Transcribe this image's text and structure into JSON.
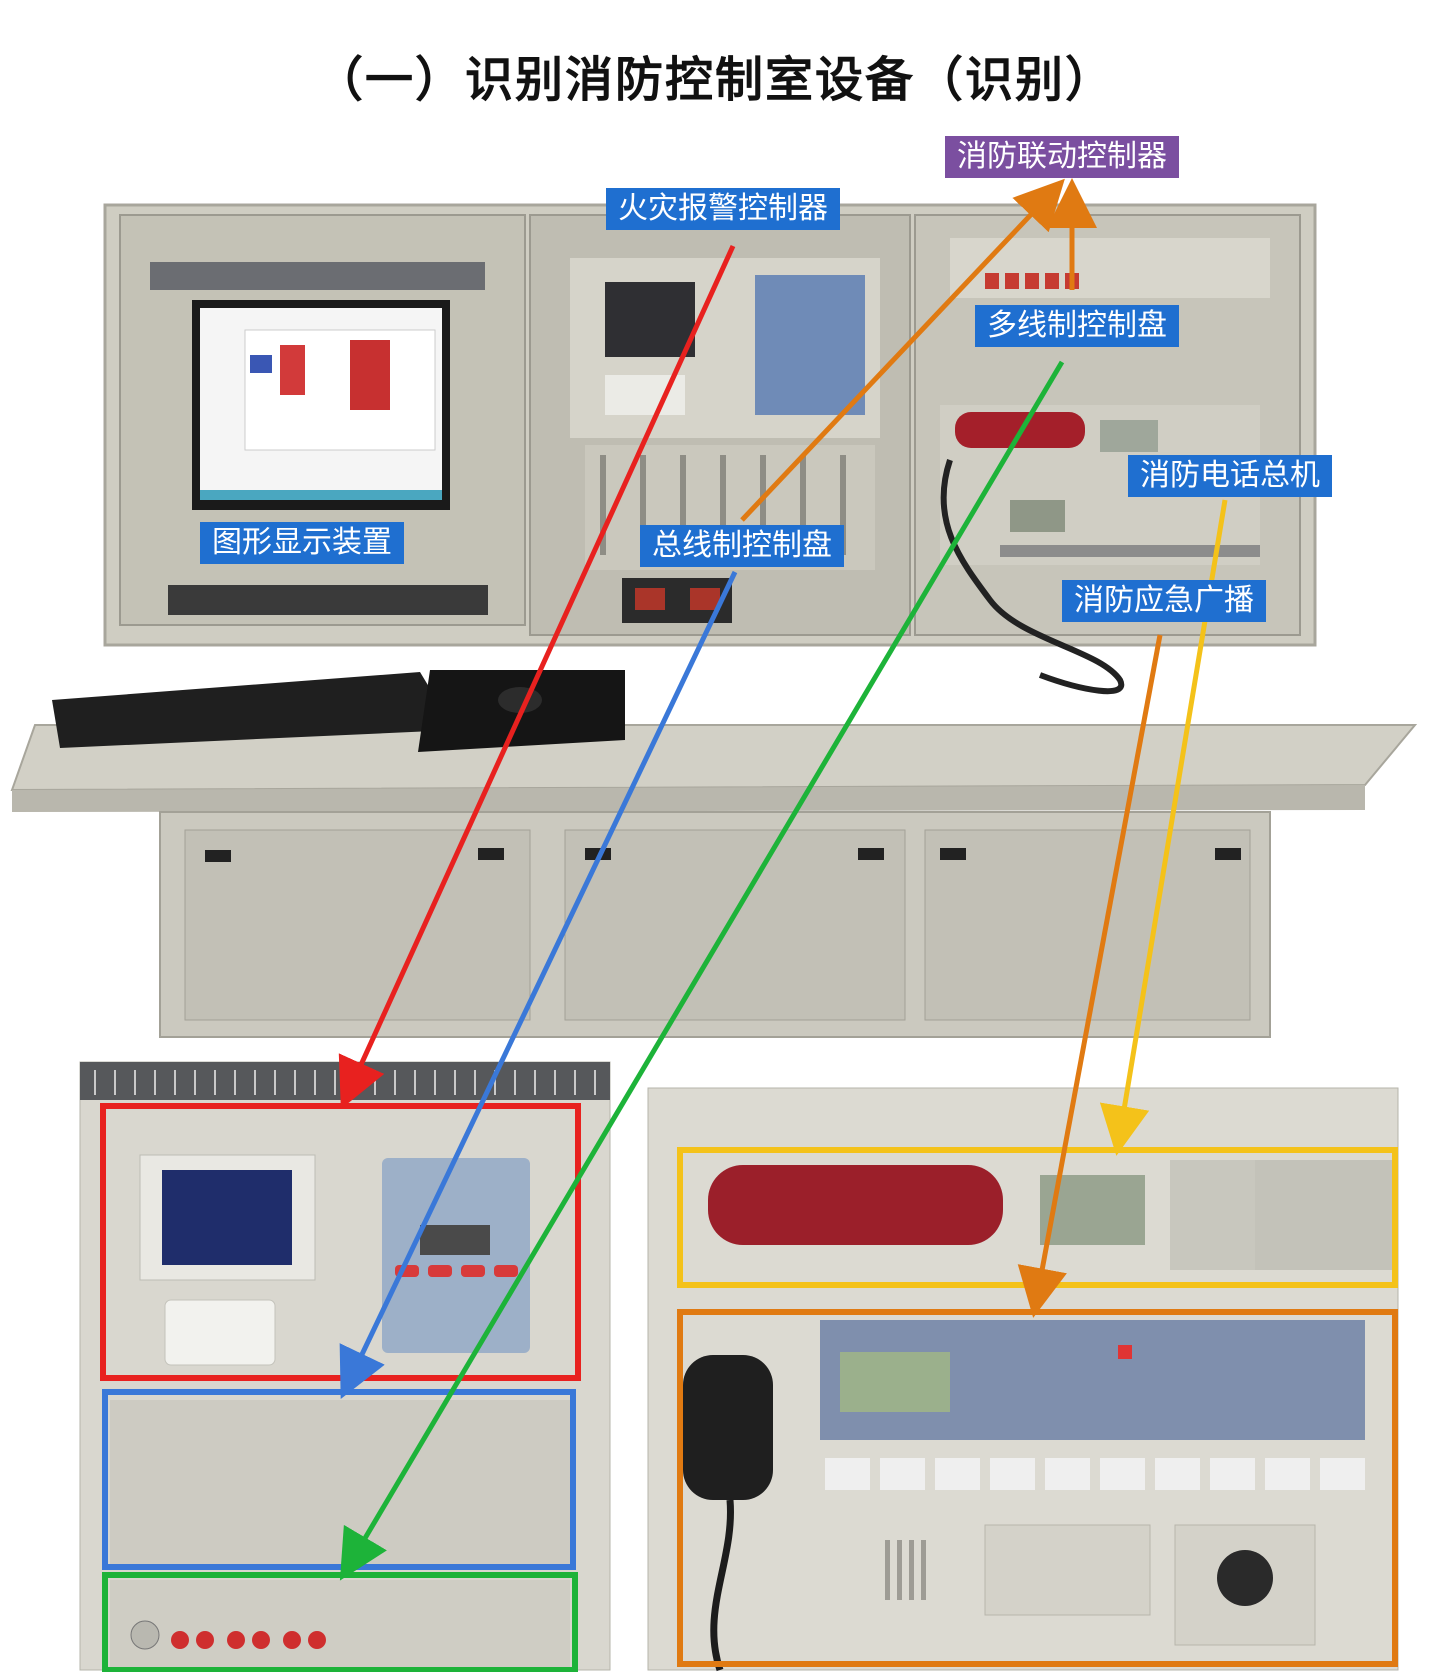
{
  "title": "（一）识别消防控制室设备（识别）",
  "labels": {
    "fire_alarm_controller": "火灾报警控制器",
    "linkage_controller": "消防联动控制器",
    "multiline_panel": "多线制控制盘",
    "graphic_display": "图形显示装置",
    "bus_panel": "总线制控制盘",
    "fire_telephone_host": "消防电话总机",
    "emergency_broadcast": "消防应急广播"
  },
  "colors": {
    "red": "#e8211f",
    "blue": "#3a78d8",
    "green": "#1db339",
    "orange": "#e07a12",
    "yellow": "#f4c21a",
    "label_blue": "#1f6fd0",
    "label_purple": "#7b4fa0"
  }
}
